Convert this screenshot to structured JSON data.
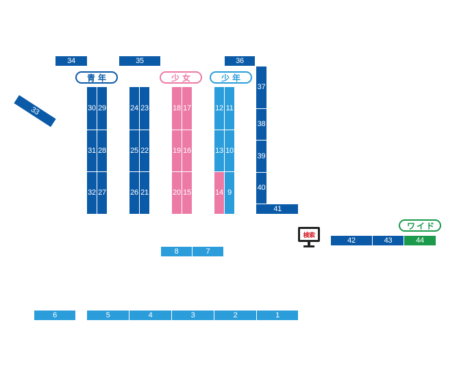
{
  "colors": {
    "navy": "#0a5aa8",
    "light_blue": "#2b9ddb",
    "pink": "#ec7aa5",
    "green": "#1a9a4a",
    "search_text": "#d4202a"
  },
  "section_labels": {
    "seinen": "青年",
    "shoujo": "少女",
    "shounen": "少年",
    "wide": "ワイド"
  },
  "search_terminal": {
    "label": "検索",
    "icon": "monitor-icon"
  },
  "shelves": {
    "s1": "1",
    "s2": "2",
    "s3": "3",
    "s4": "4",
    "s5": "5",
    "s6": "6",
    "s7": "7",
    "s8": "8",
    "s9": "9",
    "s10": "10",
    "s11": "11",
    "s12": "12",
    "s13": "13",
    "s14": "14",
    "s15": "15",
    "s16": "16",
    "s17": "17",
    "s18": "18",
    "s19": "19",
    "s20": "20",
    "s21": "21",
    "s22": "22",
    "s23": "23",
    "s24": "24",
    "s25": "25",
    "s26": "26",
    "s27": "27",
    "s28": "28",
    "s29": "29",
    "s30": "30",
    "s31": "31",
    "s32": "32",
    "s33": "33",
    "s34": "34",
    "s35": "35",
    "s36": "36",
    "s37": "37",
    "s38": "38",
    "s39": "39",
    "s40": "40",
    "s41": "41",
    "s42": "42",
    "s43": "43",
    "s44": "44"
  }
}
